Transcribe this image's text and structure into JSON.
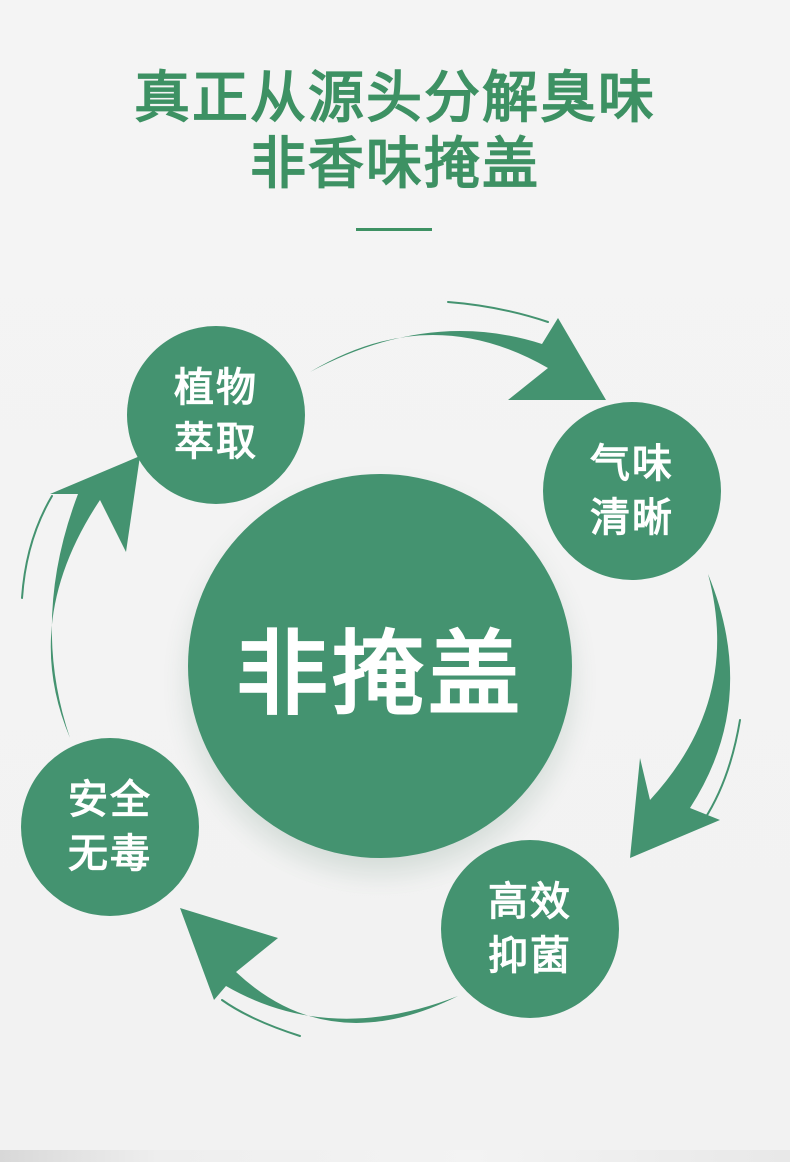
{
  "headline": {
    "line1": "真正从源头分解臭味",
    "line2": "非香味掩盖"
  },
  "center": {
    "label": "非掩盖"
  },
  "features": [
    {
      "line1": "植物",
      "line2": "萃取"
    },
    {
      "line1": "气味",
      "line2": "清晰"
    },
    {
      "line1": "高效",
      "line2": "抑菌"
    },
    {
      "line1": "安全",
      "line2": "无毒"
    }
  ],
  "colors": {
    "primary": "#449370",
    "headline": "#3d9163",
    "background": "#f3f3f3"
  },
  "icons": {
    "cycle_arrows": "curved-arrow-icon"
  }
}
